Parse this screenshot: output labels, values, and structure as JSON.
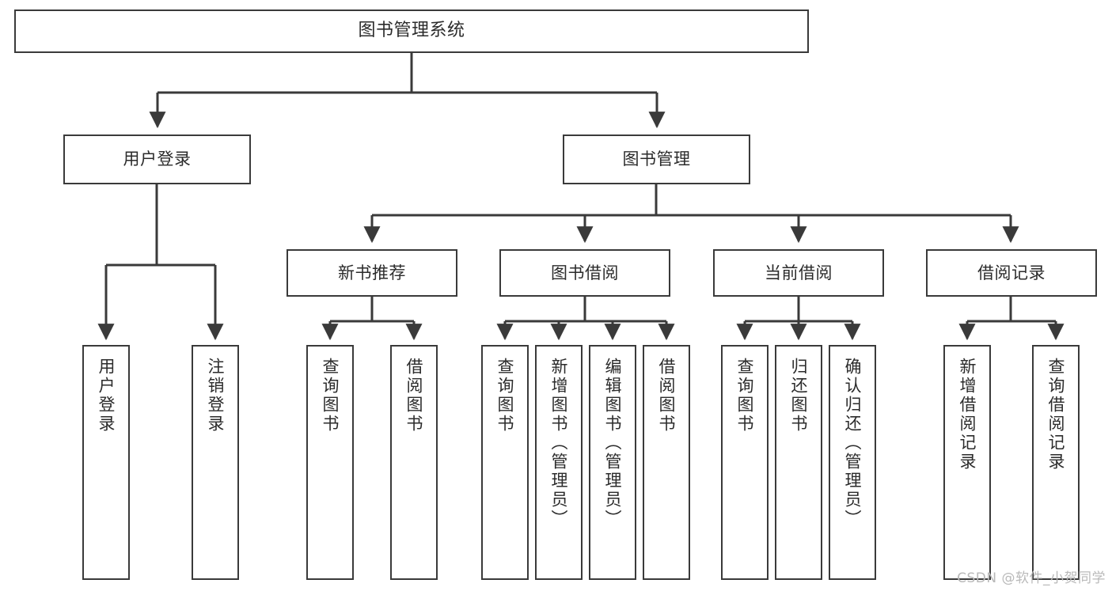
{
  "diagram": {
    "title": "图书管理系统",
    "type": "hierarchy-tree",
    "watermark": "CSDN @软件_小贺同学",
    "colors": {
      "stroke": "#3a3a3a",
      "fill": "#ffffff",
      "text": "#2b2b2b",
      "watermark": "#b9b9b9"
    },
    "levels": {
      "root": {
        "label": "图书管理系统"
      },
      "level2": [
        {
          "label": "用户登录"
        },
        {
          "label": "图书管理"
        }
      ],
      "level3": [
        {
          "label": "新书推荐"
        },
        {
          "label": "图书借阅"
        },
        {
          "label": "当前借阅"
        },
        {
          "label": "借阅记录"
        }
      ],
      "leaves": {
        "user_login": [
          {
            "label": "用户登录"
          },
          {
            "label": "注销登录"
          }
        ],
        "new_book_recommend": [
          {
            "label": "查询图书"
          },
          {
            "label": "借阅图书"
          }
        ],
        "book_borrow": [
          {
            "label": "查询图书"
          },
          {
            "label": "新增图书（管理员）"
          },
          {
            "label": "编辑图书（管理员）"
          },
          {
            "label": "借阅图书"
          }
        ],
        "current_borrow": [
          {
            "label": "查询图书"
          },
          {
            "label": "归还图书"
          },
          {
            "label": "确认归还（管理员）"
          }
        ],
        "borrow_record": [
          {
            "label": "新增借阅记录"
          },
          {
            "label": "查询借阅记录"
          }
        ]
      }
    }
  }
}
